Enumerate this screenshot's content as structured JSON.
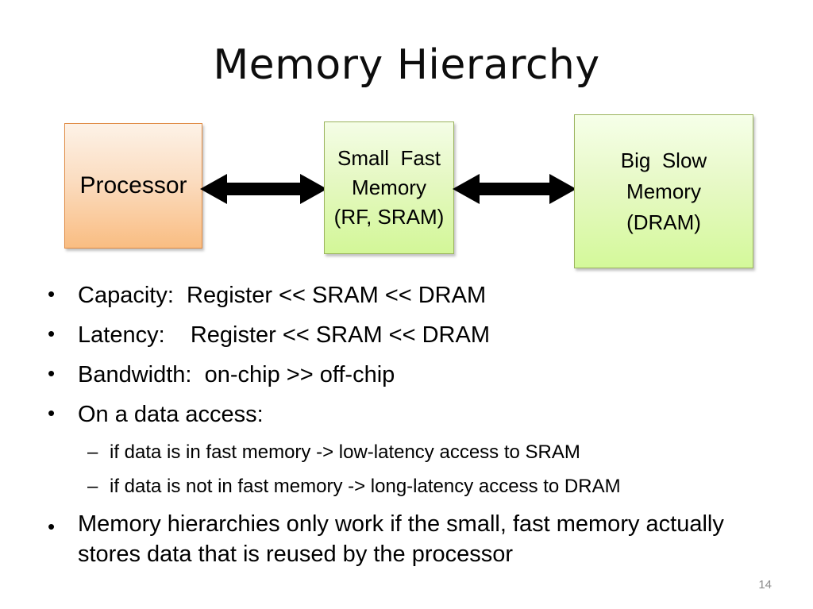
{
  "slide": {
    "title": "Memory Hierarchy",
    "page_number": "14",
    "background_color": "#ffffff"
  },
  "diagram": {
    "boxes": [
      {
        "name": "processor",
        "lines": [
          "Processor"
        ],
        "fill_top": "#fdf2e7",
        "fill_bottom": "#f9bd82",
        "border_color": "#e08a43"
      },
      {
        "name": "small-fast-memory",
        "lines": [
          "Small  Fast",
          "Memory",
          "(RF, SRAM)"
        ],
        "fill_top": "#f4fde6",
        "fill_bottom": "#d3f798",
        "border_color": "#9bb45e"
      },
      {
        "name": "big-slow-memory",
        "lines": [
          "Big  Slow",
          "Memory",
          "(DRAM)"
        ],
        "fill_top": "#f6ffe9",
        "fill_bottom": "#d4f99a",
        "border_color": "#9bb45e"
      }
    ],
    "connectors": [
      {
        "name": "processor-to-fast-memory",
        "type": "double-arrow",
        "color": "#000000"
      },
      {
        "name": "fast-memory-to-slow-memory",
        "type": "double-arrow",
        "color": "#000000"
      }
    ]
  },
  "bullets": [
    {
      "level": 1,
      "marker": "•",
      "text": "Capacity:  Register << SRAM << DRAM"
    },
    {
      "level": 1,
      "marker": "•",
      "text": "Latency:    Register << SRAM << DRAM"
    },
    {
      "level": 1,
      "marker": "•",
      "text": "Bandwidth:  on-chip >> off-chip"
    },
    {
      "level": 1,
      "marker": "•",
      "text": "On a data access:"
    },
    {
      "level": 2,
      "marker": "–",
      "text": "if data is in fast memory -> low-latency access to SRAM"
    },
    {
      "level": 2,
      "marker": "–",
      "text": "if data is not in fast memory -> long-latency access to DRAM"
    },
    {
      "level": 1,
      "marker": "•",
      "text": "Memory hierarchies only work if the small, fast memory actually stores data that is reused by the processor"
    }
  ]
}
